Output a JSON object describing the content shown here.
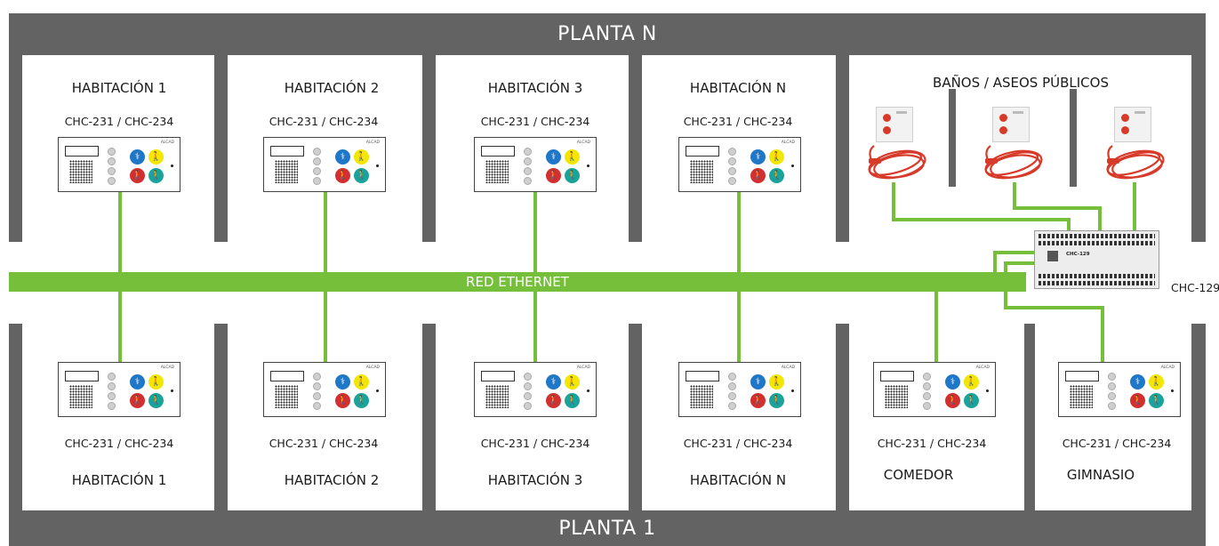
{
  "floors": {
    "top": "PLANTA N",
    "bottom": "PLANTA 1"
  },
  "network": {
    "label": "RED ETHERNET"
  },
  "top_rooms": [
    {
      "room": "HABITACIÓN 1",
      "model": "CHC-231 / CHC-234"
    },
    {
      "room": "HABITACIÓN 2",
      "model": "CHC-231 / CHC-234"
    },
    {
      "room": "HABITACIÓN 3",
      "model": "CHC-231 / CHC-234"
    },
    {
      "room": "HABITACIÓN N",
      "model": "CHC-231 / CHC-234"
    }
  ],
  "bathrooms": {
    "label": "BAÑOS / ASEOS PÚBLICOS"
  },
  "bottom_rooms": [
    {
      "room": "HABITACIÓN 1",
      "model": "CHC-231 / CHC-234"
    },
    {
      "room": "HABITACIÓN 2",
      "model": "CHC-231 / CHC-234"
    },
    {
      "room": "HABITACIÓN 3",
      "model": "CHC-231 / CHC-234"
    },
    {
      "room": "HABITACIÓN N",
      "model": "CHC-231 / CHC-234"
    },
    {
      "room": "COMEDOR",
      "model": "CHC-231 / CHC-234"
    },
    {
      "room": "GIMNASIO",
      "model": "CHC-231 / CHC-234"
    }
  ],
  "controller": {
    "label": "CHC-129",
    "device_name": "CHC-129",
    "device_sub": ""
  },
  "terminal": {
    "brand": "ALCAD"
  },
  "colors": {
    "wall": "#636363",
    "network": "#76bf3b",
    "btn_blue": "#1f77c8",
    "btn_yellow": "#f3e600",
    "btn_red": "#d32f2f",
    "btn_teal": "#1aa39a",
    "cord": "#d83a2a"
  }
}
